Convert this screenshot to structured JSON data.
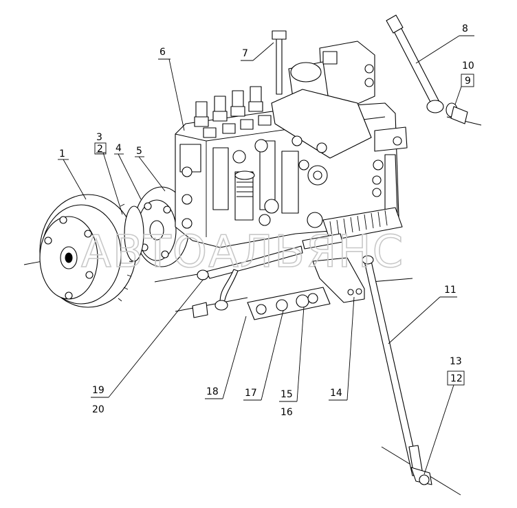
{
  "watermark": {
    "text": "АВТОАЛЬЯНС"
  },
  "callouts": {
    "c1": "1",
    "c2": "2",
    "c3": "3",
    "c4": "4",
    "c5": "5",
    "c6": "6",
    "c7": "7",
    "c8": "8",
    "c9": "9",
    "c10": "10",
    "c11": "11",
    "c12": "12",
    "c13": "13",
    "c14": "14",
    "c15": "15",
    "c16": "16",
    "c17": "17",
    "c18": "18",
    "c19": "19",
    "c20": "20"
  },
  "boxed_callouts": [
    "2",
    "9",
    "12"
  ]
}
